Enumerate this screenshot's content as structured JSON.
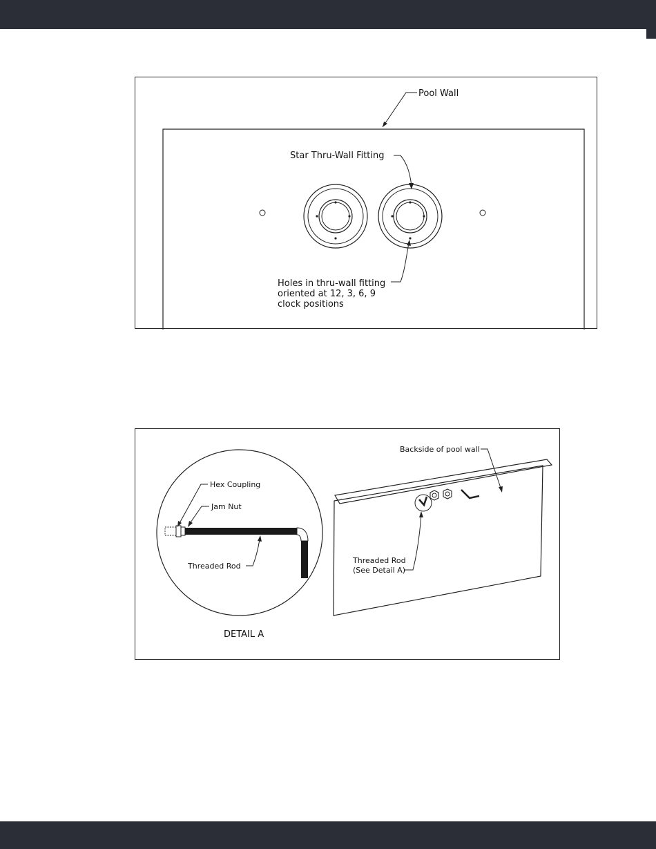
{
  "figure_1": {
    "labels": {
      "pool_wall": "Pool Wall",
      "star_fitting": "Star Thru-Wall Fitting",
      "holes_line1": "Holes in thru-wall fitting",
      "holes_line2": "oriented at 12, 3, 6, 9",
      "holes_line3": "clock positions"
    }
  },
  "figure_2": {
    "labels": {
      "backside": "Backside of pool wall",
      "hex_coupling": "Hex Coupling",
      "jam_nut": "Jam Nut",
      "threaded_rod": "Threaded Rod",
      "threaded_rod_ref_line1": "Threaded Rod",
      "threaded_rod_ref_line2": "(See Detail A)",
      "detail_a": "DETAIL A"
    }
  },
  "colors": {
    "header_bar": "#2b2e36",
    "footer_bar": "#2b2e36",
    "line": "#222222"
  }
}
